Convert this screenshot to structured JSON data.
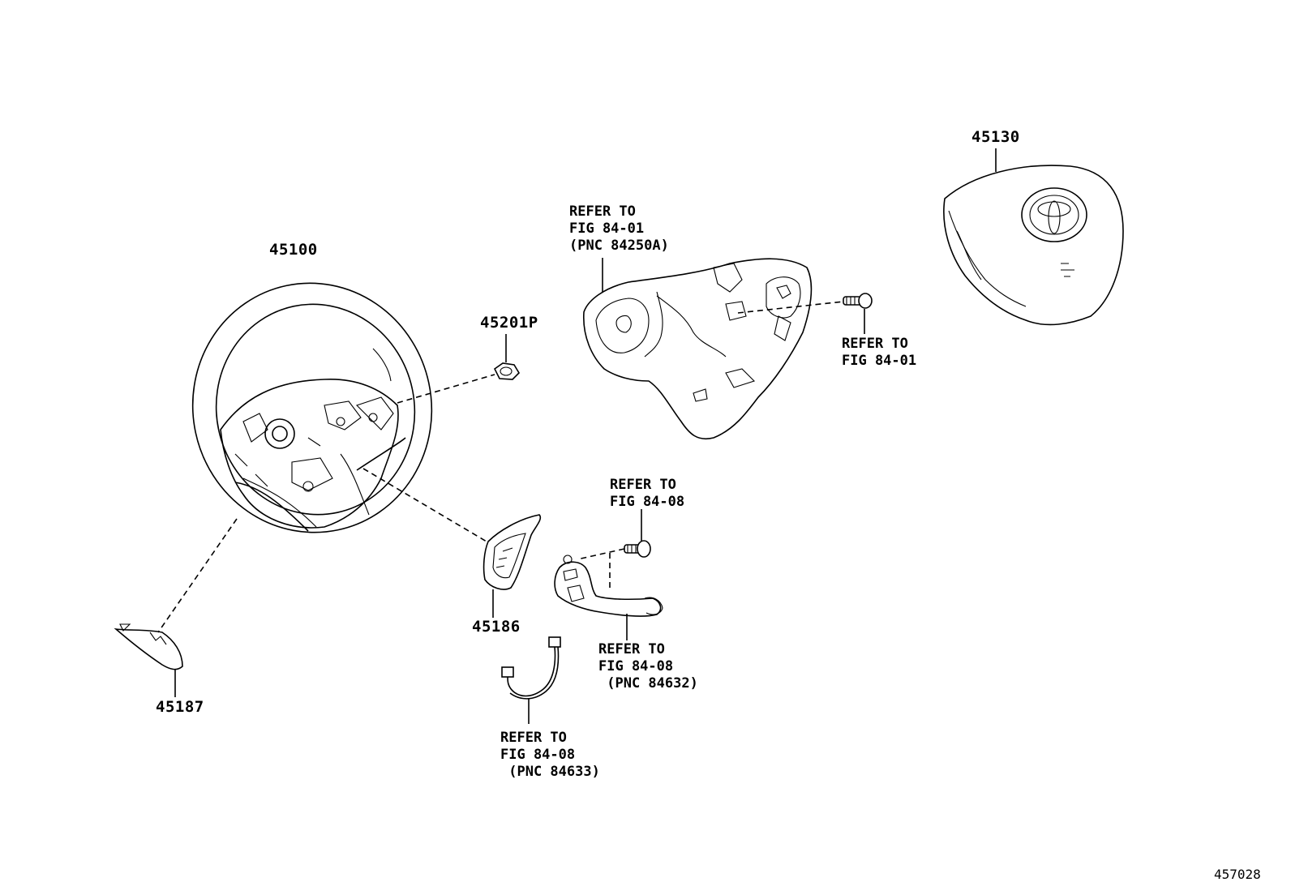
{
  "labels": {
    "p45100": "45100",
    "p45201p": "45201P",
    "p45130": "45130",
    "p45186": "45186",
    "p45187": "45187",
    "ref_switch_top": "REFER TO\nFIG 84-01\n(PNC 84250A)",
    "ref_screw_right": "REFER TO\nFIG 84-01",
    "ref_bolt_mid": "REFER TO\nFIG 84-08",
    "ref_cruise": "REFER TO\nFIG 84-08\n (PNC 84632)",
    "ref_harness": "REFER TO\nFIG 84-08\n (PNC 84633)",
    "figure_id": "457028"
  },
  "icons": [
    "steering-wheel",
    "nut",
    "switch-pad-assembly",
    "screw",
    "airbag-horn-pad",
    "cover-45186",
    "cover-45187",
    "cruise-control-lever",
    "bolt",
    "wire-harness"
  ]
}
